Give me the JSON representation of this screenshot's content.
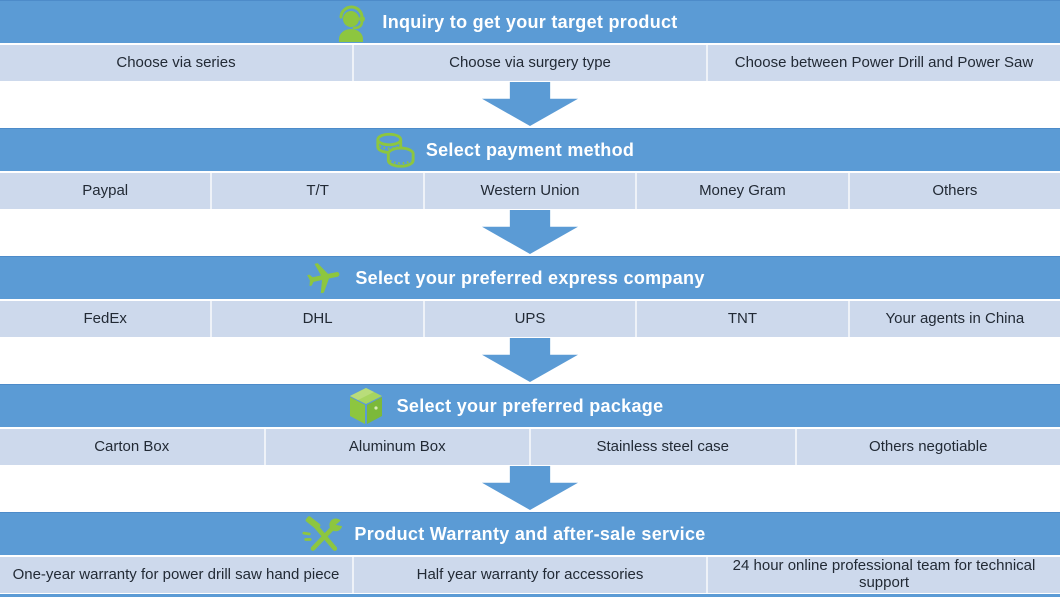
{
  "palette": {
    "header_blue": "#5b9bd5",
    "row_light_blue": "#cdd9ec",
    "arrow_blue": "#5b9bd5",
    "icon_green": "#8dc63f",
    "title_text": "#ffffff",
    "cell_text": "#222a35"
  },
  "sections": [
    {
      "icon": "support-agent-icon",
      "title": "Inquiry to get your target product",
      "options": [
        "Choose via series",
        "Choose via surgery type",
        "Choose between Power Drill and Power Saw"
      ]
    },
    {
      "icon": "coins-icon",
      "title": "Select payment method",
      "options": [
        "Paypal",
        "T/T",
        "Western Union",
        "Money Gram",
        "Others"
      ]
    },
    {
      "icon": "airplane-icon",
      "title": "Select your preferred express company",
      "options": [
        "FedEx",
        "DHL",
        "UPS",
        "TNT",
        "Your agents in China"
      ]
    },
    {
      "icon": "package-box-icon",
      "title": "Select your preferred package",
      "options": [
        "Carton Box",
        "Aluminum Box",
        "Stainless steel case",
        "Others negotiable"
      ]
    },
    {
      "icon": "tools-icon",
      "title": "Product Warranty and after-sale service",
      "options": [
        "One-year warranty for power drill saw hand piece",
        "Half year warranty for accessories",
        "24 hour online professional team for technical support"
      ]
    }
  ]
}
